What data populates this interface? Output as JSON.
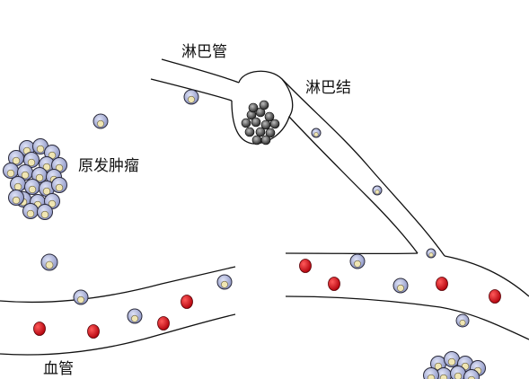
{
  "labels": {
    "lymph_vessel": "淋巴管",
    "lymph_node": "淋巴结",
    "primary_tumor": "原发肿瘤",
    "blood_vessel": "血管"
  },
  "colors": {
    "background": "#ffffff",
    "vessel_line": "#111111",
    "red_blood_cell": "#cc0a12",
    "tumor_cell": "#a9b0d6",
    "tumor_nucleus": "#f0e6b3",
    "lymph_cell": "#303030"
  }
}
